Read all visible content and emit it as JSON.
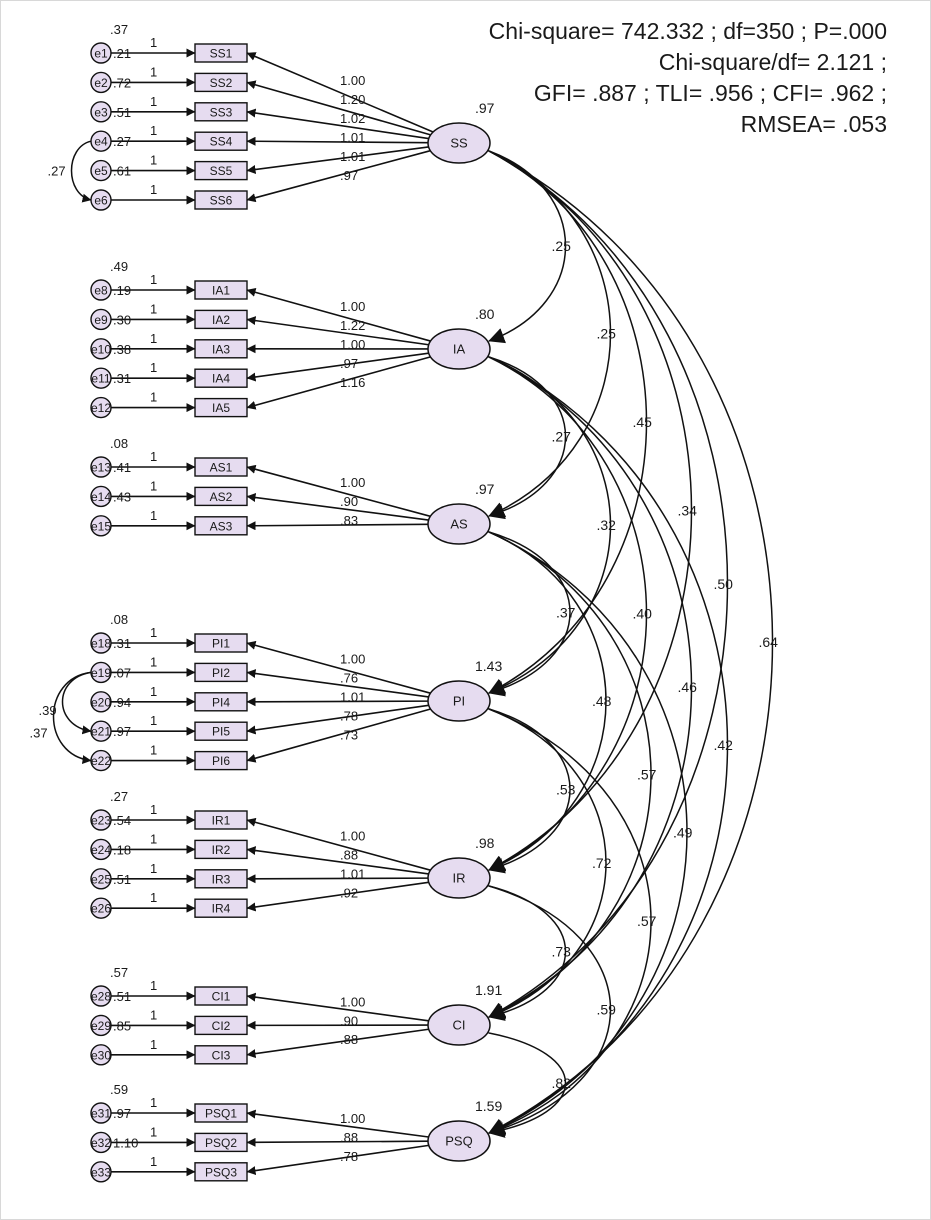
{
  "fit_stats": [
    "Chi-square= 742.332 ; df=350 ; P=.000",
    "Chi-square/df= 2.121 ;",
    "GFI= .887 ; TLI= .956 ; CFI= .962 ;",
    "RMSEA= .053"
  ],
  "loading_fix": "1",
  "colors": {
    "node_fill": "#e6dcf0",
    "stroke": "#111111"
  },
  "factors": [
    {
      "name": "SS",
      "variance": ".97",
      "indicators": [
        {
          "name": "SS1",
          "error": "e1",
          "loading": "1.00",
          "intercept": ".21",
          "error_var": ".37"
        },
        {
          "name": "SS2",
          "error": "e2",
          "loading": "1.20",
          "intercept": ".72"
        },
        {
          "name": "SS3",
          "error": "e3",
          "loading": "1.02",
          "intercept": ".51"
        },
        {
          "name": "SS4",
          "error": "e4",
          "loading": "1.01",
          "intercept": ".27"
        },
        {
          "name": "SS5",
          "error": "e5",
          "loading": "1.01",
          "intercept": ".61"
        },
        {
          "name": "SS6",
          "error": "e6",
          "loading": ".97"
        }
      ]
    },
    {
      "name": "IA",
      "variance": ".80",
      "indicators": [
        {
          "name": "IA1",
          "error": "e8",
          "loading": "1.00",
          "intercept": ".19",
          "error_var": ".49"
        },
        {
          "name": "IA2",
          "error": "e9",
          "loading": "1.22",
          "intercept": ".30"
        },
        {
          "name": "IA3",
          "error": "e10",
          "loading": "1.00",
          "intercept": ".38"
        },
        {
          "name": "IA4",
          "error": "e11",
          "loading": ".97",
          "intercept": ".31"
        },
        {
          "name": "IA5",
          "error": "e12",
          "loading": "1.16"
        }
      ]
    },
    {
      "name": "AS",
      "variance": ".97",
      "indicators": [
        {
          "name": "AS1",
          "error": "e13",
          "loading": "1.00",
          "intercept": ".41",
          "error_var": ".08"
        },
        {
          "name": "AS2",
          "error": "e14",
          "loading": ".90",
          "intercept": ".43"
        },
        {
          "name": "AS3",
          "error": "e15",
          "loading": ".83"
        }
      ]
    },
    {
      "name": "PI",
      "variance": "1.43",
      "indicators": [
        {
          "name": "PI1",
          "error": "e18",
          "loading": "1.00",
          "intercept": ".31",
          "error_var": ".08"
        },
        {
          "name": "PI2",
          "error": "e19",
          "loading": ".76",
          "intercept": ".07"
        },
        {
          "name": "PI4",
          "error": "e20",
          "loading": "1.01",
          "intercept": ".94"
        },
        {
          "name": "PI5",
          "error": "e21",
          "loading": ".78",
          "intercept": ".97"
        },
        {
          "name": "PI6",
          "error": "e22",
          "loading": ".73"
        }
      ]
    },
    {
      "name": "IR",
      "variance": ".98",
      "indicators": [
        {
          "name": "IR1",
          "error": "e23",
          "loading": "1.00",
          "intercept": ".54",
          "error_var": ".27"
        },
        {
          "name": "IR2",
          "error": "e24",
          "loading": ".88",
          "intercept": ".18"
        },
        {
          "name": "IR3",
          "error": "e25",
          "loading": "1.01",
          "intercept": ".51"
        },
        {
          "name": "IR4",
          "error": "e26",
          "loading": ".92"
        }
      ]
    },
    {
      "name": "CI",
      "variance": "1.91",
      "indicators": [
        {
          "name": "CI1",
          "error": "e28",
          "loading": "1.00",
          "intercept": ".51",
          "error_var": ".57"
        },
        {
          "name": "CI2",
          "error": "e29",
          "loading": ".90",
          "intercept": ".85"
        },
        {
          "name": "CI3",
          "error": "e30",
          "loading": ".88"
        }
      ]
    },
    {
      "name": "PSQ",
      "variance": "1.59",
      "indicators": [
        {
          "name": "PSQ1",
          "error": "e31",
          "loading": "1.00",
          "intercept": ".97",
          "error_var": ".59"
        },
        {
          "name": "PSQ2",
          "error": "e32",
          "loading": ".88",
          "intercept": "1.10"
        },
        {
          "name": "PSQ3",
          "error": "e33",
          "loading": ".78"
        }
      ]
    }
  ],
  "factor_covariances": [
    {
      "from": "SS",
      "to": "IA",
      "value": ".25"
    },
    {
      "from": "SS",
      "to": "AS",
      "value": ".25"
    },
    {
      "from": "SS",
      "to": "PI",
      "value": ".45"
    },
    {
      "from": "SS",
      "to": "IR",
      "value": ".34"
    },
    {
      "from": "SS",
      "to": "CI",
      "value": ".50"
    },
    {
      "from": "SS",
      "to": "PSQ",
      "value": ".64"
    },
    {
      "from": "IA",
      "to": "AS",
      "value": ".27"
    },
    {
      "from": "IA",
      "to": "PI",
      "value": ".32"
    },
    {
      "from": "IA",
      "to": "IR",
      "value": ".40"
    },
    {
      "from": "IA",
      "to": "CI",
      "value": ".46"
    },
    {
      "from": "IA",
      "to": "PSQ",
      "value": ".42"
    },
    {
      "from": "AS",
      "to": "PI",
      "value": ".37"
    },
    {
      "from": "AS",
      "to": "IR",
      "value": ".48"
    },
    {
      "from": "AS",
      "to": "CI",
      "value": ".57"
    },
    {
      "from": "AS",
      "to": "PSQ",
      "value": ".49"
    },
    {
      "from": "PI",
      "to": "IR",
      "value": ".53"
    },
    {
      "from": "PI",
      "to": "CI",
      "value": ".72"
    },
    {
      "from": "PI",
      "to": "PSQ",
      "value": ".57"
    },
    {
      "from": "IR",
      "to": "CI",
      "value": ".73"
    },
    {
      "from": "IR",
      "to": "PSQ",
      "value": ".59"
    },
    {
      "from": "CI",
      "to": "PSQ",
      "value": ".82"
    }
  ],
  "error_covariances": [
    {
      "errors": [
        "e4",
        "e6"
      ],
      "value": ".27"
    },
    {
      "errors": [
        "e19",
        "e21"
      ],
      "value": ".39"
    },
    {
      "errors": [
        "e19",
        "e22"
      ],
      "value": ".37"
    }
  ]
}
